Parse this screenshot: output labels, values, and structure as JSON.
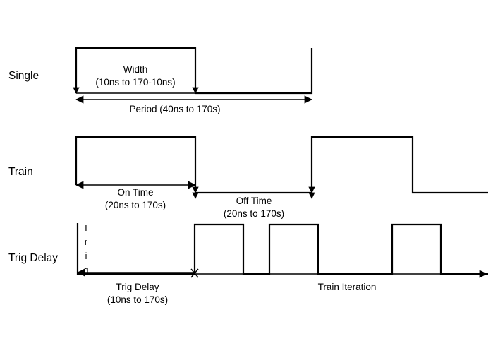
{
  "figure": {
    "background_color": "#ffffff",
    "line_color": "#000000",
    "rows": [
      {
        "id": "single",
        "label": "Single",
        "inner_label_line1": "Width",
        "inner_label_line2": "(10ns to 170-10ns)",
        "dimension_label": "Period (40ns to 170s)"
      },
      {
        "id": "train",
        "label": "Train",
        "dimension_label_1_line1": "On Time",
        "dimension_label_1_line2": "(20ns to 170s)",
        "dimension_label_2_line1": "Off Time",
        "dimension_label_2_line2": "(20ns to 170s)"
      },
      {
        "id": "trig-delay",
        "label": "Trig Delay",
        "vertical_label": "Trig",
        "vertical_letters": [
          "T",
          "r",
          "i",
          "g"
        ],
        "dimension_label_1_line1": "Trig Delay",
        "dimension_label_1_line2": "(10ns to 170s)",
        "dimension_label_2": "Train Iteration"
      }
    ]
  },
  "chart_data": {
    "type": "line",
    "title": "",
    "xlabel": "",
    "ylabel": "",
    "description": "Pulse generator timing diagram with three waveform rows",
    "xlim": [
      0,
      699
    ],
    "grid": false,
    "legend": "none",
    "series": [
      {
        "name": "Single",
        "baseline_y": 132,
        "high_y": 68,
        "points": [
          {
            "x": 108,
            "level": "low"
          },
          {
            "x": 108,
            "level": "high"
          },
          {
            "x": 277,
            "level": "high"
          },
          {
            "x": 277,
            "level": "low"
          },
          {
            "x": 442,
            "level": "low"
          },
          {
            "x": 442,
            "level": "high"
          }
        ],
        "annotations": [
          {
            "kind": "inner-text",
            "text": "Width",
            "x": 192,
            "y": 103
          },
          {
            "kind": "inner-text",
            "text": "(10ns to 170-10ns)",
            "x": 192,
            "y": 121
          },
          {
            "kind": "dimension",
            "text": "Period (40ns to 170s)",
            "from_x": 108,
            "to_x": 442,
            "y": 141,
            "label_x": 248,
            "label_y": 158
          }
        ]
      },
      {
        "name": "Train",
        "baseline_y": 262,
        "high_y": 194,
        "second_baseline_y": 273,
        "points": [
          {
            "x": 108,
            "level": "low"
          },
          {
            "x": 108,
            "level": "high"
          },
          {
            "x": 277,
            "level": "high"
          },
          {
            "x": 277,
            "level": "low"
          },
          {
            "x": 442,
            "level": "low"
          },
          {
            "x": 442,
            "level": "high"
          },
          {
            "x": 585,
            "level": "high"
          },
          {
            "x": 585,
            "level": "low"
          },
          {
            "x": 690,
            "level": "low"
          }
        ],
        "annotations": [
          {
            "kind": "dimension",
            "text": "On Time",
            "from_x": 108,
            "to_x": 277,
            "y": 262,
            "label_x": 192,
            "label_y": 277
          },
          {
            "kind": "dimension-sub",
            "text": "(20ns to 170s)",
            "label_x": 192,
            "label_y": 294
          },
          {
            "kind": "dimension",
            "text": "Off Time",
            "from_x": 277,
            "to_x": 442,
            "y": 273,
            "label_x": 360,
            "label_y": 288
          },
          {
            "kind": "dimension-sub",
            "text": "(20ns to 170s)",
            "label_x": 360,
            "label_y": 305
          }
        ]
      },
      {
        "name": "Trig Delay",
        "baseline_y": 388,
        "high_y": 318,
        "trig_marker_x": 110,
        "trig_marker_top_y": 316,
        "points": [
          {
            "x": 276,
            "level": "high"
          },
          {
            "x": 345,
            "level": "high"
          },
          {
            "x": 345,
            "level": "low"
          },
          {
            "x": 382,
            "level": "low"
          },
          {
            "x": 382,
            "level": "high"
          },
          {
            "x": 451,
            "level": "high"
          },
          {
            "x": 451,
            "level": "low"
          },
          {
            "x": 556,
            "level": "low"
          },
          {
            "x": 556,
            "level": "high"
          },
          {
            "x": 625,
            "level": "high"
          },
          {
            "x": 625,
            "level": "low"
          },
          {
            "x": 690,
            "level": "low"
          }
        ],
        "annotations": [
          {
            "kind": "dimension",
            "text": "Trig Delay",
            "from_x": 110,
            "to_x": 276,
            "y": 386,
            "label_x": 195,
            "label_y": 410
          },
          {
            "kind": "dimension-sub",
            "text": "(10ns to 170s)",
            "label_x": 195,
            "label_y": 428
          },
          {
            "kind": "dimension",
            "text": "Train Iteration",
            "from_x": 276,
            "to_x": 690,
            "y": 386,
            "label_x": 492,
            "label_y": 410
          }
        ]
      }
    ]
  }
}
